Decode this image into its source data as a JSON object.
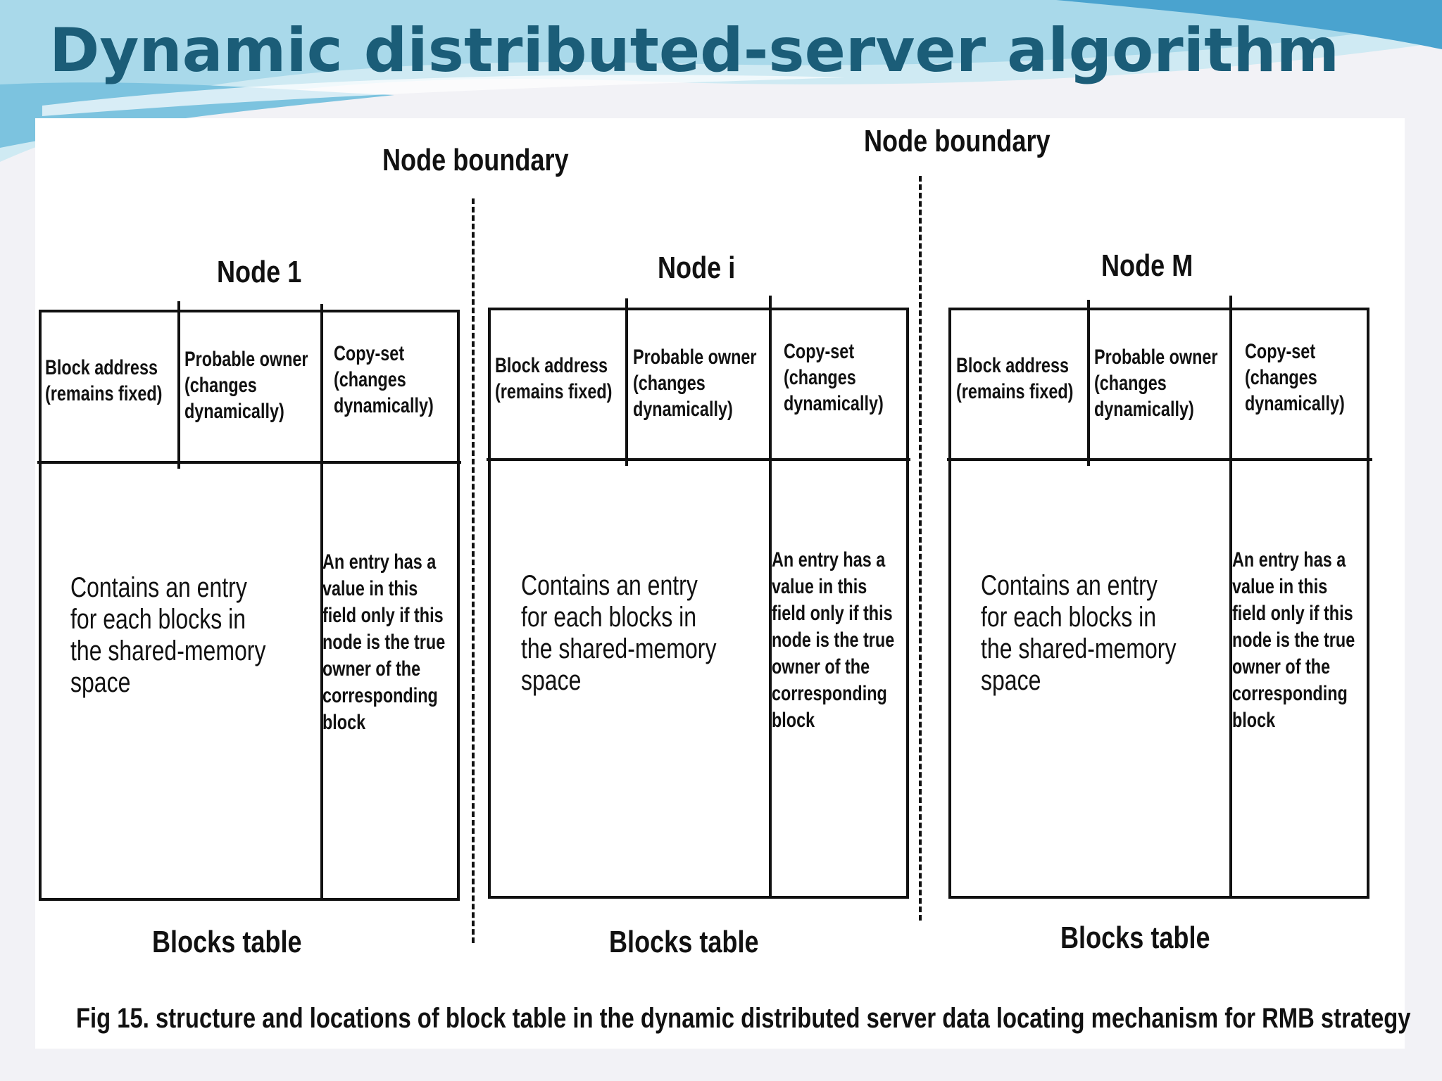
{
  "slide": {
    "title": "Dynamic distributed-server algorithm"
  },
  "figure": {
    "boundary_labels": [
      "Node boundary",
      "Node boundary"
    ],
    "nodes": [
      {
        "title": "Node 1",
        "col_block_address": "Block address\n(remains fixed)",
        "col_probable_owner": "Probable owner\n (changes\ndynamically)",
        "col_copy_set": "Copy-set\n(changes\ndynamically)",
        "block_entry_text": "Contains an entry\nfor each  blocks in\nthe shared-memory\nspace",
        "copy_set_text": "An entry has a\n value in this\n field only if this\n node is the true\n owner of the\n corresponding\n block",
        "caption": "Blocks table"
      },
      {
        "title": "Node i",
        "col_block_address": "Block address\n(remains fixed)",
        "col_probable_owner": "Probable owner\n (changes\ndynamically)",
        "col_copy_set": "Copy-set\n(changes\ndynamically)",
        "block_entry_text": "Contains an entry\nfor each  blocks in\nthe shared-memory\nspace",
        "copy_set_text": "An entry has a\n value in this\n field only if this\n node is the true\n owner of the\n corresponding\n block",
        "caption": "Blocks table"
      },
      {
        "title": "Node M",
        "col_block_address": "Block address\n(remains fixed)",
        "col_probable_owner": "Probable owner\n (changes\ndynamically)",
        "col_copy_set": "Copy-set\n(changes\ndynamically)",
        "block_entry_text": "Contains an entry\nfor each  blocks in\nthe shared-memory\nspace",
        "copy_set_text": "An entry has a\n value in this\n field only if this\n node is the true\n owner of the\n corresponding\n block",
        "caption": "Blocks table"
      }
    ],
    "caption": "Fig 15. structure and locations of block table in the dynamic distributed server data locating mechanism for RMB strategy"
  }
}
